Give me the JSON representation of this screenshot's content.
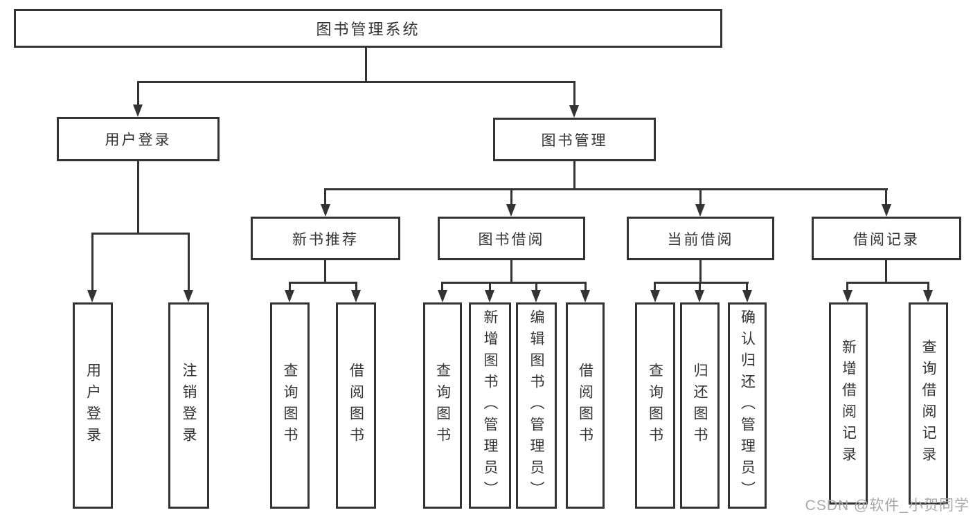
{
  "diagram": {
    "title": "图书管理系统",
    "nodes": {
      "root": "图书管理系统",
      "userLogin": "用户登录",
      "bookMgmt": "图书管理",
      "newBookRec": "新书推荐",
      "bookBorrow": "图书借阅",
      "currentBorrow": "当前借阅",
      "borrowRecords": "借阅记录",
      "leafUserLogin": "用户登录",
      "leafLogout": "注销登录",
      "leafQueryBookNewRec": "查询图书",
      "leafBorrowBookNewRec": "借阅图书",
      "leafQueryBookBorrow": "查询图书",
      "leafAddBookAdmin": "新增图书（管理员）",
      "leafEditBookAdmin": "编辑图书（管理员）",
      "leafBorrowBookBorrow": "借阅图书",
      "leafQueryBookCurrent": "查询图书",
      "leafReturnBook": "归还图书",
      "leafConfirmReturnAdmin": "确认归还（管理员）",
      "leafAddBorrowRecord": "新增借阅记录",
      "leafQueryBorrowRecord": "查询借阅记录"
    },
    "hierarchy": {
      "图书管理系统": {
        "用户登录": [
          "用户登录",
          "注销登录"
        ],
        "图书管理": {
          "新书推荐": [
            "查询图书",
            "借阅图书"
          ],
          "图书借阅": [
            "查询图书",
            "新增图书（管理员）",
            "编辑图书（管理员）",
            "借阅图书"
          ],
          "当前借阅": [
            "查询图书",
            "归还图书",
            "确认归还（管理员）"
          ],
          "借阅记录": [
            "新增借阅记录",
            "查询借阅记录"
          ]
        }
      }
    },
    "colors": {
      "line": "#333333",
      "text": "#333333",
      "background": "#ffffff",
      "watermark": "#a8a8a8"
    }
  },
  "watermark": {
    "text": "CSDN @软件_小贺同学"
  }
}
